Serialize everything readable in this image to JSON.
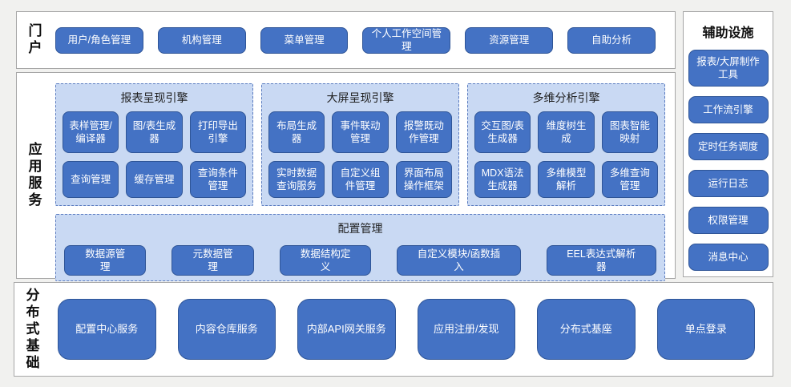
{
  "theme": {
    "page_bg": "#f1f1ef",
    "section_bg": "#ffffff",
    "section_border": "#a6a6a6",
    "node_fill": "#4472c4",
    "node_border": "#2f5597",
    "node_text": "#ffffff",
    "group_fill": "#c9d9f3",
    "group_border": "#5b7cc0"
  },
  "portal": {
    "label": "门户",
    "items": [
      "用户/角色管理",
      "机构管理",
      "菜单管理",
      "个人工作空间管理",
      "资源管理",
      "自助分析"
    ]
  },
  "app_services": {
    "label": "应用服务",
    "groups": [
      {
        "title": "报表呈现引擎",
        "items": [
          "表样管理/编译器",
          "图/表生成器",
          "打印导出引擎",
          "查询管理",
          "缓存管理",
          "查询条件管理"
        ]
      },
      {
        "title": "大屏呈现引擎",
        "items": [
          "布局生成器",
          "事件联动管理",
          "报警既动作管理",
          "实时数据查询服务",
          "自定义组件管理",
          "界面布局操作框架"
        ]
      },
      {
        "title": "多维分析引擎",
        "items": [
          "交互图/表生成器",
          "维度树生成",
          "图表智能映射",
          "MDX语法生成器",
          "多维模型解析",
          "多维查询管理"
        ]
      }
    ],
    "config": {
      "title": "配置管理",
      "items": [
        "数据源管理",
        "元数据管理",
        "数据结构定义",
        "自定义模块/函数插入",
        "EEL表达式解析器"
      ]
    }
  },
  "distributed": {
    "label": "分布式基础",
    "items": [
      "配置中心服务",
      "内容仓库服务",
      "内部API网关服务",
      "应用注册/发现",
      "分布式基座",
      "单点登录"
    ]
  },
  "auxiliary": {
    "label": "辅助设施",
    "items": [
      "报表/大屏制作工具",
      "工作流引擎",
      "定时任务调度",
      "运行日志",
      "权限管理",
      "消息中心"
    ]
  }
}
